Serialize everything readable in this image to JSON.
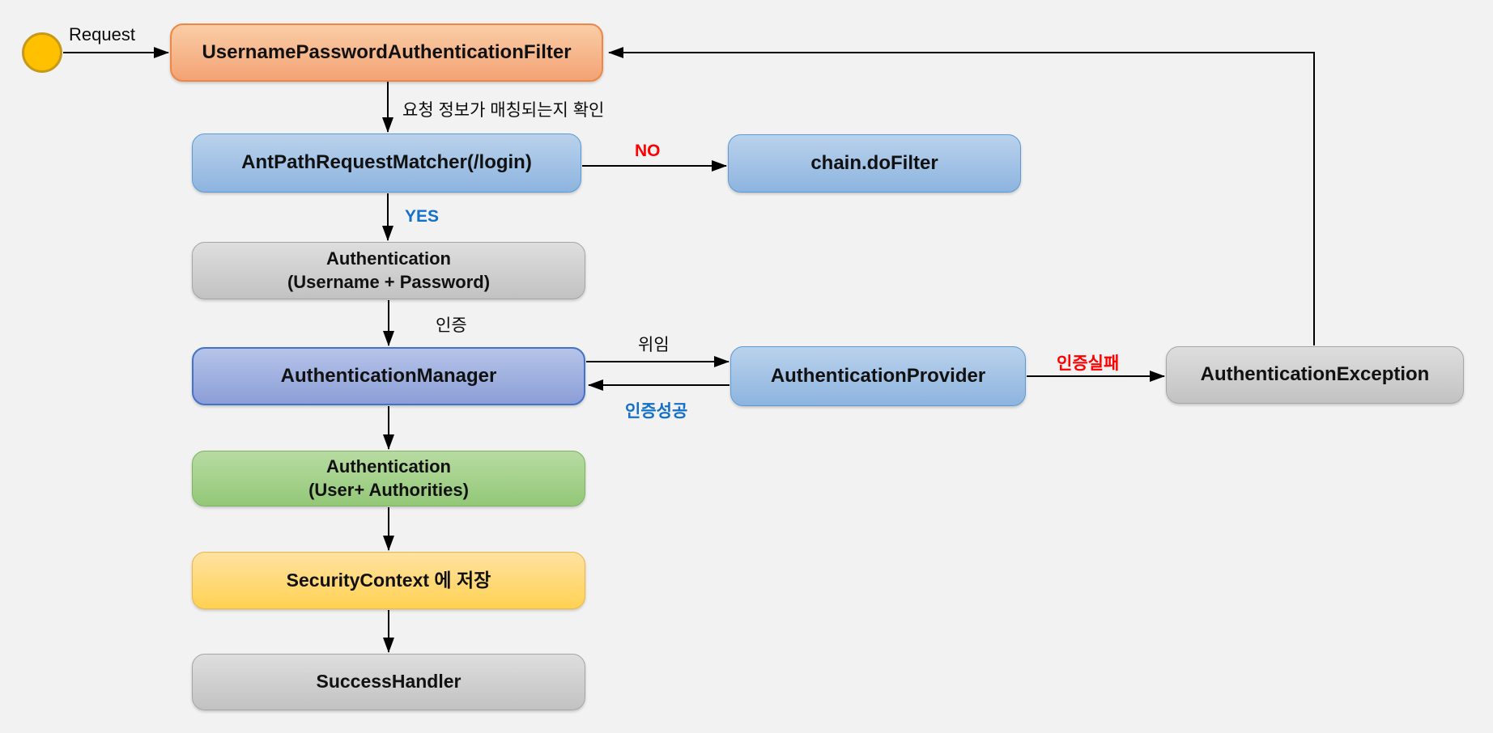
{
  "diagram": {
    "background_color": "#F2F2F2",
    "start": {
      "shape": "circle",
      "fill_color": "#FFC000",
      "border_color": "#C7991B",
      "label": "Request"
    },
    "nodes": {
      "filter": {
        "label": "UsernamePasswordAuthenticationFilter",
        "fill": "#F4A97E",
        "border": "#ED8746"
      },
      "matcher": {
        "label": "AntPathRequestMatcher(/login)",
        "fill": "#9DC3E6",
        "border": "#5B9BD5"
      },
      "chain": {
        "label": "chain.doFilter",
        "fill": "#9DC3E6",
        "border": "#5B9BD5"
      },
      "auth_token": {
        "line1": "Authentication",
        "line2": "(Username + Password)",
        "fill": "#D0D0D0",
        "border": "#A6A6A6"
      },
      "manager": {
        "label": "AuthenticationManager",
        "fill": "#9FB1DE",
        "border": "#4472C4"
      },
      "provider": {
        "label": "AuthenticationProvider",
        "fill": "#9DC3E6",
        "border": "#5B9BD5"
      },
      "exception": {
        "label": "AuthenticationException",
        "fill": "#D0D0D0",
        "border": "#A6A6A6"
      },
      "auth_result": {
        "line1": "Authentication",
        "line2": "(User+ Authorities)",
        "fill": "#A5CF8B",
        "border": "#7DB45F"
      },
      "context": {
        "label": "SecurityContext 에 저장",
        "fill": "#FFD96E",
        "border": "#F0B63E"
      },
      "success": {
        "label": "SuccessHandler",
        "fill": "#D0D0D0",
        "border": "#A6A6A6"
      }
    },
    "edge_labels": {
      "request": {
        "text": "Request",
        "color": "#000000"
      },
      "match_check": {
        "text": "요청 정보가 매칭되는지 확인",
        "color": "#000000"
      },
      "no": {
        "text": "NO",
        "color": "#FF0000"
      },
      "yes": {
        "text": "YES",
        "color": "#1470C8"
      },
      "authenticate": {
        "text": "인증",
        "color": "#000000"
      },
      "delegate": {
        "text": "위임",
        "color": "#000000"
      },
      "auth_success": {
        "text": "인증성공",
        "color": "#1470C8"
      },
      "auth_fail": {
        "text": "인증실패",
        "color": "#FF0000"
      }
    }
  }
}
